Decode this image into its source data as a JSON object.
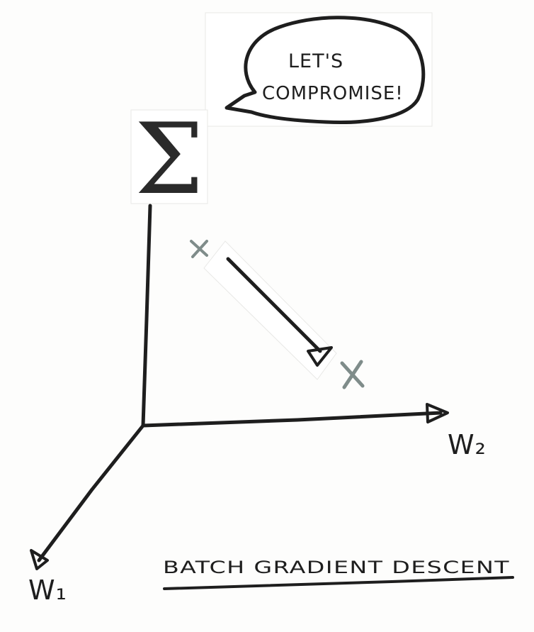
{
  "speech_bubble": {
    "text_line1": "LET'S",
    "text_line2": "COMPROMISE!"
  },
  "sigma_symbol": "Σ",
  "axes": {
    "horizontal_label": "W₂",
    "diagonal_label": "W₁"
  },
  "caption": "BATCH GRADIENT DESCENT",
  "colors": {
    "ink": "#1e1e1e",
    "marker": "#7f8c8a",
    "paper": "#ffffff"
  }
}
